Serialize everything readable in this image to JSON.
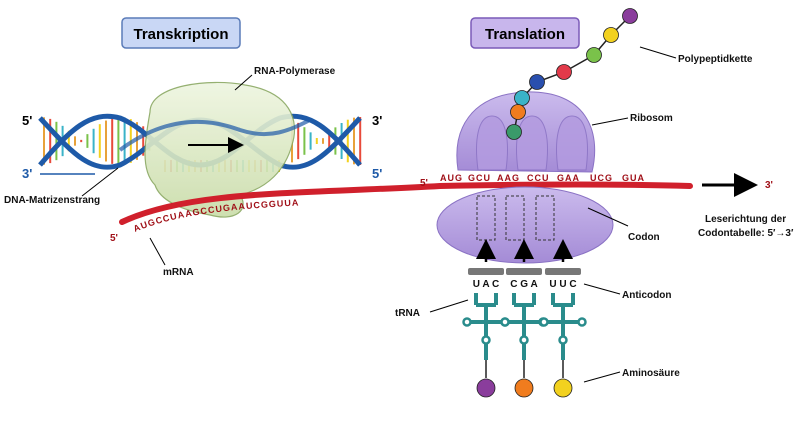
{
  "titles": {
    "transcription": "Transkription",
    "translation": "Translation"
  },
  "labels": {
    "rna_polymerase": "RNA-Polymerase",
    "dna_template": "DNA-Matrizenstrang",
    "mrna": "mRNA",
    "polypeptide": "Polypeptidkette",
    "ribosome": "Ribosom",
    "codon": "Codon",
    "reading_direction_line1": "Leserichtung der",
    "reading_direction_line2": "Codontabelle: 5′→3′",
    "anticodon": "Anticodon",
    "trna": "tRNA",
    "amino_acid": "Aminosäure"
  },
  "primes": {
    "dna_left_top": "5'",
    "dna_left_bottom": "3'",
    "dna_right_top": "3'",
    "dna_right_bottom": "5'",
    "mrna_left": "5'",
    "mrna_translation_left": "5'",
    "mrna_right": "3'"
  },
  "sequences": {
    "mrna_transcription": "AUGCCUAAGCCUGAAUCGGUUA",
    "codons": [
      "AUG",
      "GCU",
      "AAG",
      "CCU",
      "GAA",
      "UCG",
      "GUA"
    ],
    "anticodons": [
      "UAC",
      "CGA",
      "UUC"
    ]
  },
  "colors": {
    "title_box_blue": "#c9d7f5",
    "title_box_purple": "#c8b6ec",
    "polymerase": "#dce9c6",
    "ribosome": "#b9a3e0",
    "mrna": "#d0202c",
    "dna_blue": "#1e5aa8",
    "trna": "#2a8c8c",
    "aa_purple": "#8a3d9c",
    "aa_orange": "#f07c1e",
    "aa_yellow": "#f2d11f"
  },
  "polypeptide_beads": [
    "#8a3d9c",
    "#f2d11f",
    "#7ac24a",
    "#e23a4a",
    "#2a4fae",
    "#3ab3c8",
    "#f07c1e",
    "#3a9a6a"
  ]
}
